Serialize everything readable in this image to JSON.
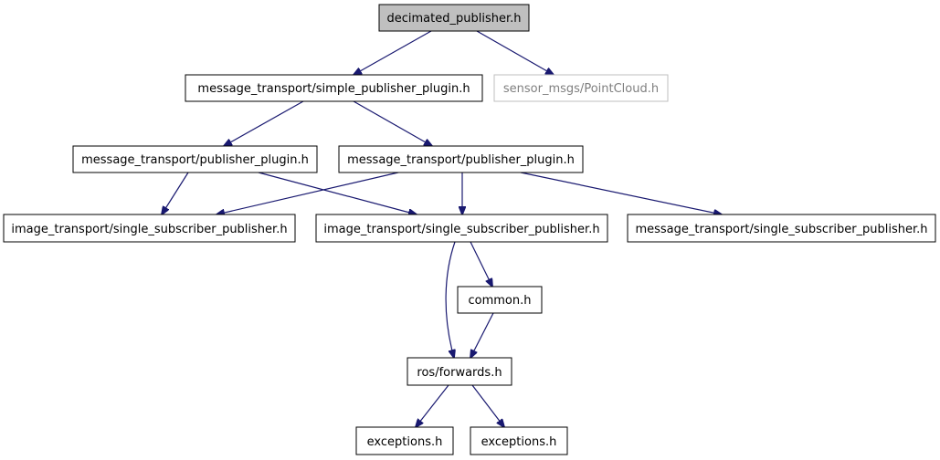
{
  "graph": {
    "nodes": [
      {
        "id": "decimated",
        "label": "decimated_publisher.h",
        "style": "root"
      },
      {
        "id": "simple_plugin",
        "label": "message_transport/simple_publisher_plugin.h",
        "style": "normal"
      },
      {
        "id": "pointcloud",
        "label": "sensor_msgs/PointCloud.h",
        "style": "external"
      },
      {
        "id": "pub_plugin_a",
        "label": "message_transport/publisher_plugin.h",
        "style": "normal"
      },
      {
        "id": "pub_plugin_b",
        "label": "message_transport/publisher_plugin.h",
        "style": "normal"
      },
      {
        "id": "img_ssp_a",
        "label": "image_transport/single_subscriber_publisher.h",
        "style": "normal"
      },
      {
        "id": "img_ssp_b",
        "label": "image_transport/single_subscriber_publisher.h",
        "style": "normal"
      },
      {
        "id": "msg_ssp",
        "label": "message_transport/single_subscriber_publisher.h",
        "style": "normal"
      },
      {
        "id": "common",
        "label": "common.h",
        "style": "normal"
      },
      {
        "id": "forwards",
        "label": "ros/forwards.h",
        "style": "normal"
      },
      {
        "id": "exceptions_a",
        "label": "exceptions.h",
        "style": "normal"
      },
      {
        "id": "exceptions_b",
        "label": "exceptions.h",
        "style": "normal"
      }
    ],
    "edges": [
      {
        "from": "decimated",
        "to": "simple_plugin"
      },
      {
        "from": "decimated",
        "to": "pointcloud"
      },
      {
        "from": "simple_plugin",
        "to": "pub_plugin_a"
      },
      {
        "from": "simple_plugin",
        "to": "pub_plugin_b"
      },
      {
        "from": "pub_plugin_a",
        "to": "img_ssp_a"
      },
      {
        "from": "pub_plugin_a",
        "to": "img_ssp_b"
      },
      {
        "from": "pub_plugin_b",
        "to": "img_ssp_a"
      },
      {
        "from": "pub_plugin_b",
        "to": "img_ssp_b"
      },
      {
        "from": "pub_plugin_b",
        "to": "msg_ssp"
      },
      {
        "from": "img_ssp_b",
        "to": "common"
      },
      {
        "from": "img_ssp_b",
        "to": "forwards"
      },
      {
        "from": "common",
        "to": "forwards"
      },
      {
        "from": "forwards",
        "to": "exceptions_a"
      },
      {
        "from": "forwards",
        "to": "exceptions_b"
      }
    ],
    "colors": {
      "edge": "#191970",
      "root_fill": "#bfbfbf",
      "external_border": "#bfbfbf",
      "external_text": "#7f7f7f"
    }
  }
}
